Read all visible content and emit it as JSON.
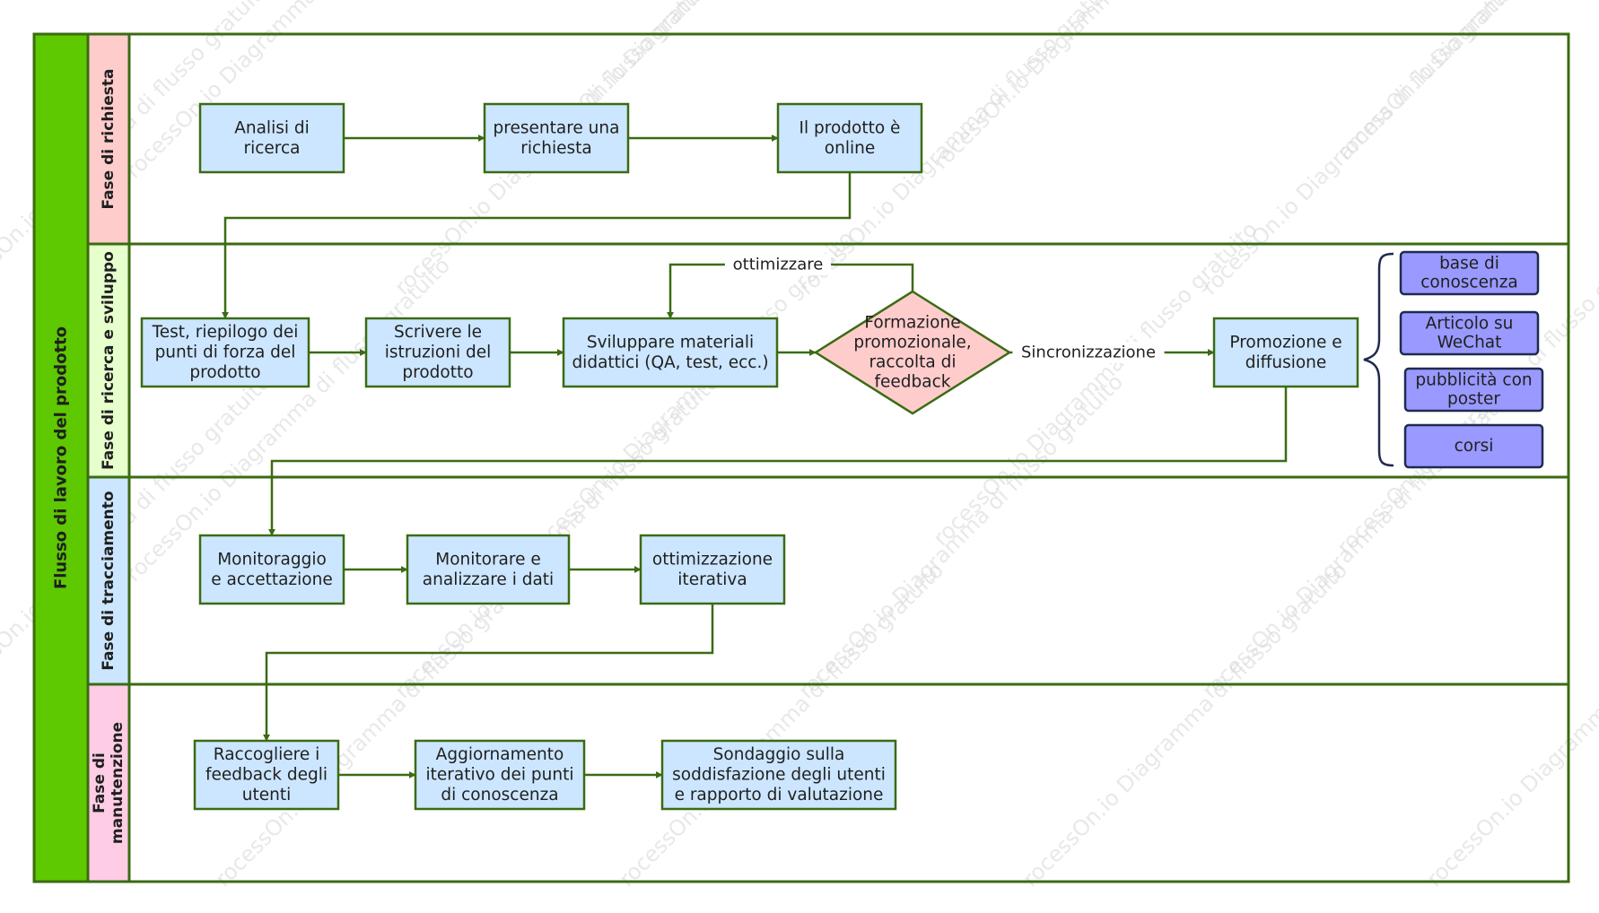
{
  "diagram": {
    "title": "Flusso di lavoro del prodotto",
    "watermark": "rocessOn.io Diagramma di flusso gratuito",
    "colors": {
      "border": "#3b6b12",
      "title_bar": "#5ec800",
      "node_fill": "#cce6ff",
      "decision_fill": "#ffcccc",
      "channel_fill": "#9999ff",
      "channel_border": "#1f2a4f",
      "lane_requirements": "#ffcccc",
      "lane_rd": "#e6ffcc",
      "lane_tracking": "#cce6ff",
      "lane_maintenance": "#ffcce6"
    },
    "lanes": [
      {
        "id": "req",
        "label": [
          "Fase di richiesta"
        ]
      },
      {
        "id": "rd",
        "label": [
          "Fase di ricerca e sviluppo"
        ]
      },
      {
        "id": "track",
        "label": [
          "Fase di tracciamento"
        ]
      },
      {
        "id": "maint",
        "label": [
          "Fase di",
          "manutenzione"
        ]
      }
    ],
    "nodes": [
      {
        "id": "n1",
        "lines": [
          "Analisi di",
          "ricerca"
        ]
      },
      {
        "id": "n2",
        "lines": [
          "presentare una",
          "richiesta"
        ]
      },
      {
        "id": "n3",
        "lines": [
          "Il prodotto è",
          "online"
        ]
      },
      {
        "id": "n4",
        "lines": [
          "Test, riepilogo dei",
          "punti di forza del",
          "prodotto"
        ]
      },
      {
        "id": "n5",
        "lines": [
          "Scrivere le",
          "istruzioni del",
          "prodotto"
        ]
      },
      {
        "id": "n6",
        "lines": [
          "Sviluppare materiali",
          "didattici (QA, test, ecc.)"
        ]
      },
      {
        "id": "n7",
        "lines": [
          "Formazione",
          "promozionale,",
          "raccolta di",
          "feedback"
        ]
      },
      {
        "id": "n8",
        "lines": [
          "Promozione e",
          "diffusione"
        ]
      },
      {
        "id": "n9",
        "lines": [
          "Monitoraggio",
          "e accettazione"
        ]
      },
      {
        "id": "n10",
        "lines": [
          "Monitorare e",
          "analizzare i dati"
        ]
      },
      {
        "id": "n11",
        "lines": [
          "ottimizzazione",
          "iterativa"
        ]
      },
      {
        "id": "n12",
        "lines": [
          "Raccogliere i",
          "feedback degli",
          "utenti"
        ]
      },
      {
        "id": "n13",
        "lines": [
          "Aggiornamento",
          "iterativo dei punti",
          "di conoscenza"
        ]
      },
      {
        "id": "n14",
        "lines": [
          "Sondaggio sulla",
          "soddisfazione degli utenti",
          "e rapporto di valutazione"
        ]
      }
    ],
    "channels": [
      {
        "id": "c1",
        "lines": [
          "base di",
          "conoscenza"
        ]
      },
      {
        "id": "c2",
        "lines": [
          "Articolo su",
          "WeChat"
        ]
      },
      {
        "id": "c3",
        "lines": [
          "pubblicità con",
          "poster"
        ]
      },
      {
        "id": "c4",
        "lines": [
          "corsi"
        ]
      }
    ],
    "edge_labels": {
      "loop": "ottimizzare",
      "sync": "Sincronizzazione"
    }
  }
}
